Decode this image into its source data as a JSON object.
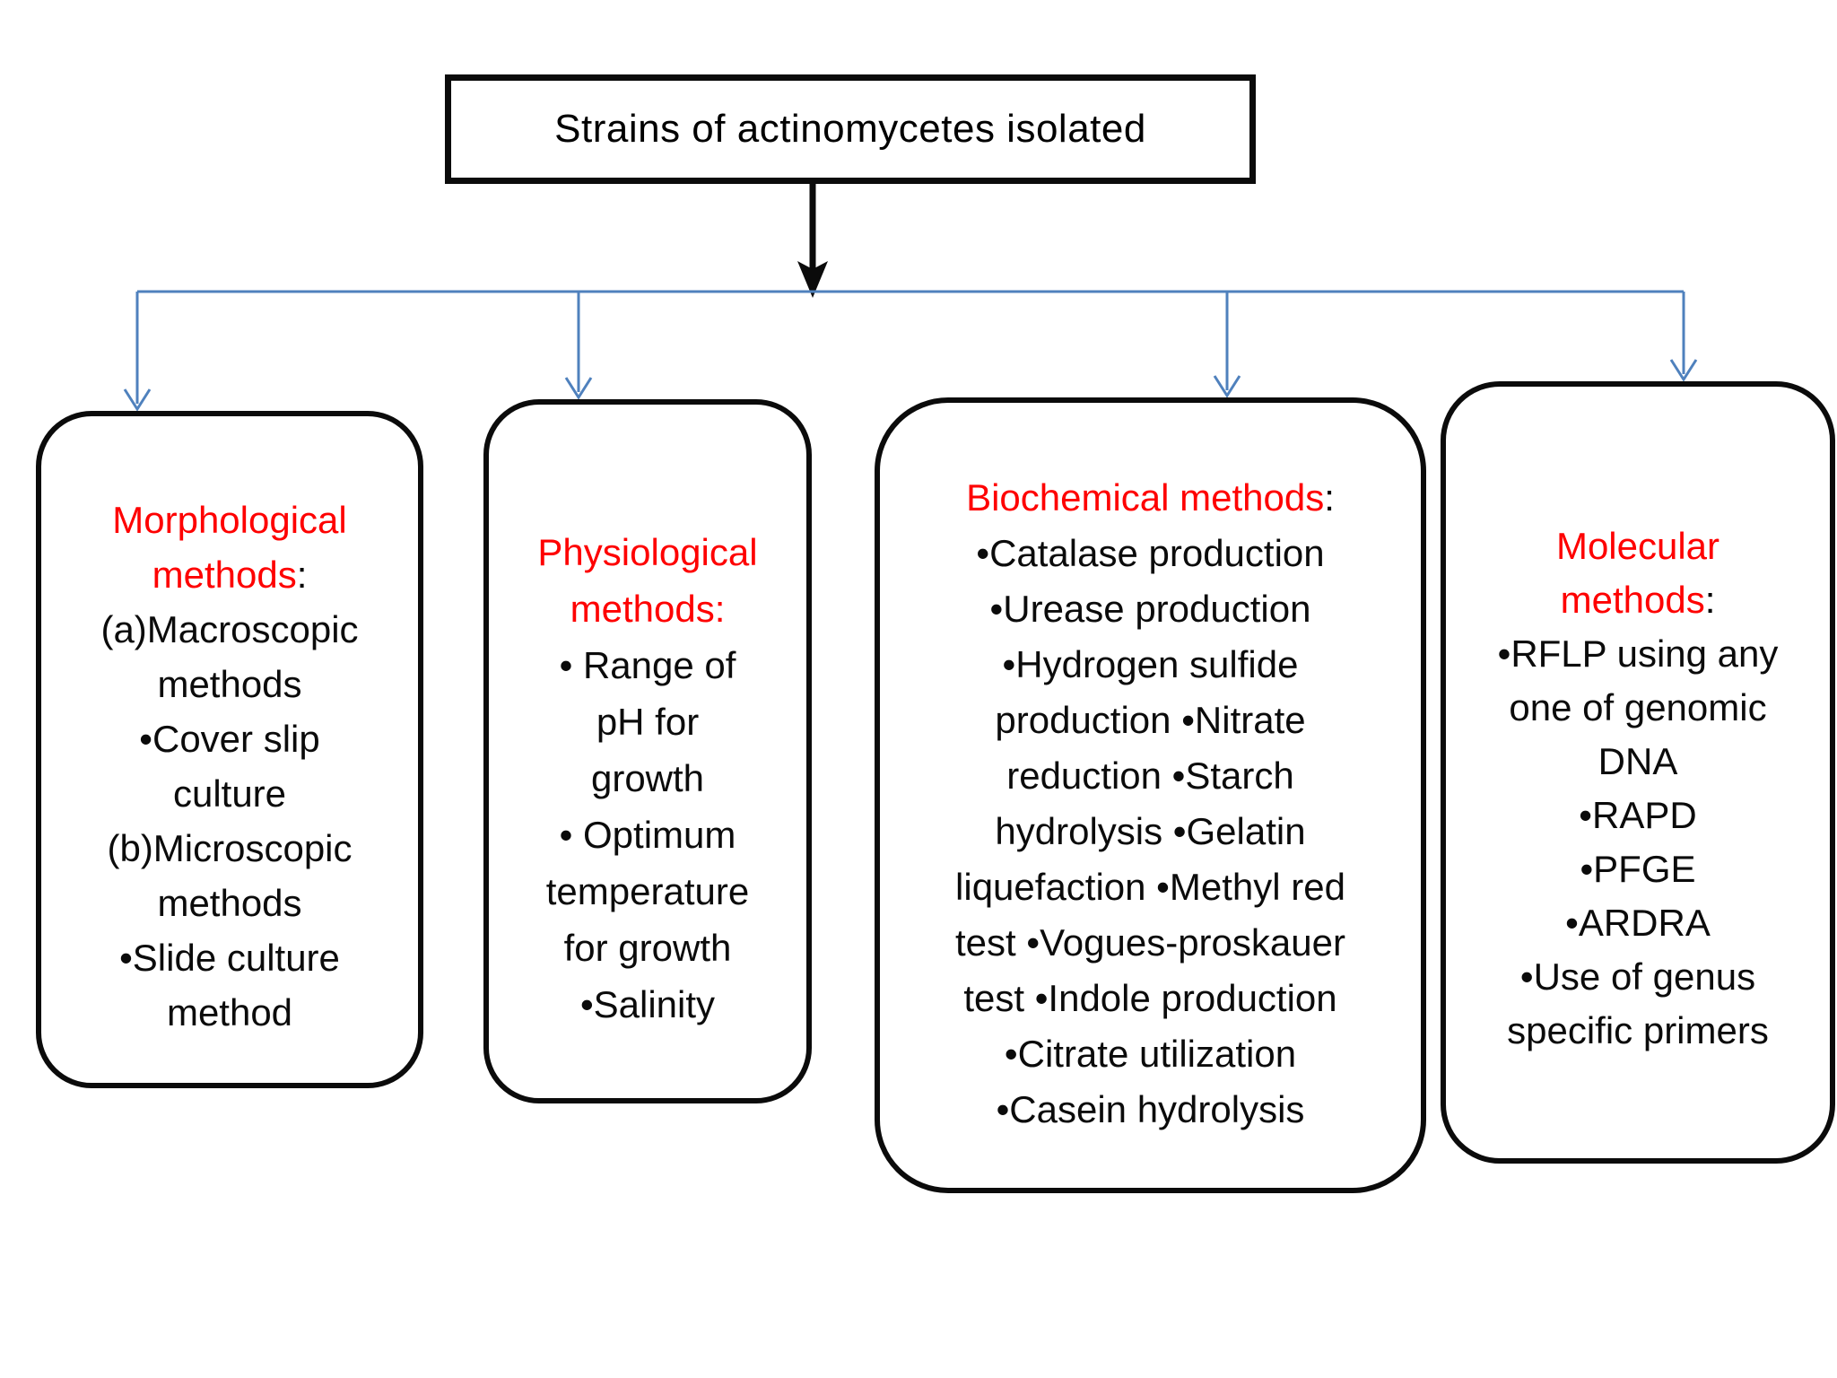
{
  "diagram": {
    "title": "Strains of actinomycetes isolated",
    "boxes": [
      {
        "id": "morphological-methods",
        "heading": "Morphological\nmethods",
        "colon": ":",
        "body": "(a)Macroscopic\nmethods\n•Cover slip\nculture\n(b)Microscopic\nmethods\n•Slide culture\nmethod"
      },
      {
        "id": "physiological-methods",
        "heading": "Physiological\nmethods:",
        "colon": "",
        "body": "• Range of\npH for\ngrowth\n• Optimum\ntemperature\nfor growth\n•Salinity"
      },
      {
        "id": "biochemical-methods",
        "heading": "Biochemical methods",
        "colon": ":",
        "body": "•Catalase production\n•Urease production\n•Hydrogen sulfide\nproduction •Nitrate\nreduction •Starch\nhydrolysis •Gelatin\nliquefaction •Methyl red\ntest •Vogues-proskauer\ntest •Indole production\n•Citrate utilization\n•Casein hydrolysis"
      },
      {
        "id": "molecular-methods",
        "heading": "Molecular\nmethods",
        "colon": ":",
        "body": "•RFLP using any\none of genomic\nDNA\n•RAPD\n•PFGE\n•ARDRA\n•Use of genus\nspecific primers"
      }
    ]
  },
  "colors": {
    "heading_red": "#fe0000",
    "connector_blue": "#4f81bd",
    "line_black": "#0b0b0b"
  }
}
